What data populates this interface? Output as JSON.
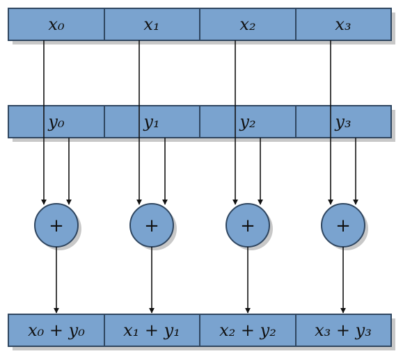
{
  "diagram": {
    "x_row": [
      "x₀",
      "x₁",
      "x₂",
      "x₃"
    ],
    "y_row": [
      "y₀",
      "y₁",
      "y₂",
      "y₃"
    ],
    "operator": "+",
    "result_row": [
      "x₀ + y₀",
      "x₁ + y₁",
      "x₂ + y₂",
      "x₃ + y₃"
    ]
  }
}
